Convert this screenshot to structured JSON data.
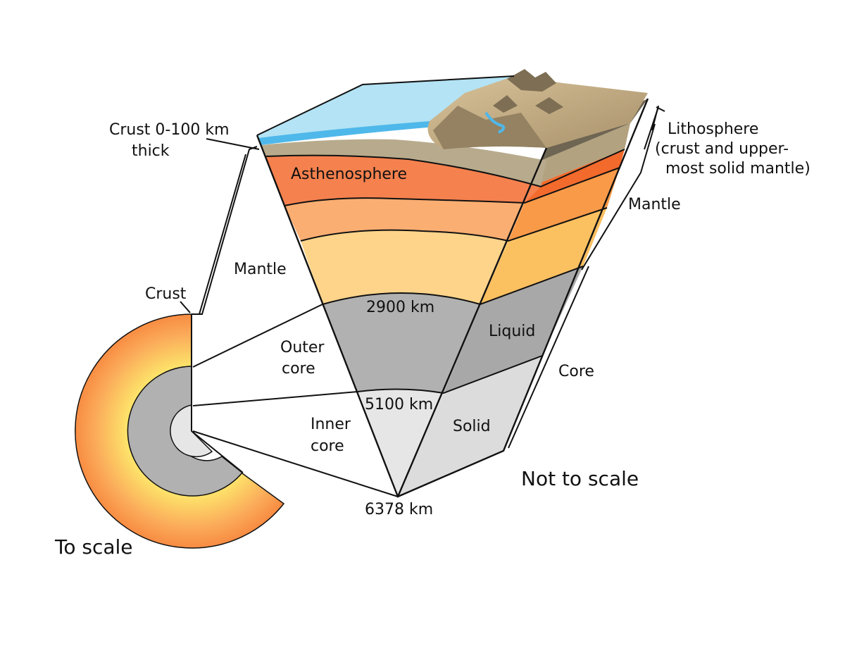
{
  "labels": {
    "crust_thickness_1": "Crust 0-100 km",
    "crust_thickness_2": "thick",
    "lithosphere_1": "Lithosphere",
    "lithosphere_2": "(crust and upper-",
    "lithosphere_3": "most solid mantle)",
    "asthenosphere": "Asthenosphere",
    "mantle_right": "Mantle",
    "mantle_left": "Mantle",
    "crust_left": "Crust",
    "depth_2900": "2900 km",
    "liquid": "Liquid",
    "outer_core_1": "Outer",
    "outer_core_2": "core",
    "core": "Core",
    "depth_5100": "5100 km",
    "inner_core_1": "Inner",
    "inner_core_2": "core",
    "solid": "Solid",
    "depth_6378": "6378 km",
    "not_to_scale": "Not to scale",
    "to_scale": "To scale"
  },
  "colors": {
    "ocean": "#b3e3f4",
    "ocean_edge": "#4fb8ea",
    "land": "#c9b28a",
    "land_dark": "#8a7a5c",
    "crust_layer": "#b4a68a",
    "asthenosphere": "#f47c4c",
    "upper_mantle": "#f9a66e",
    "lower_mantle": "#fdd48a",
    "outer_core": "#b1b1b1",
    "inner_core": "#e6e6e6",
    "outline": "#111111"
  }
}
